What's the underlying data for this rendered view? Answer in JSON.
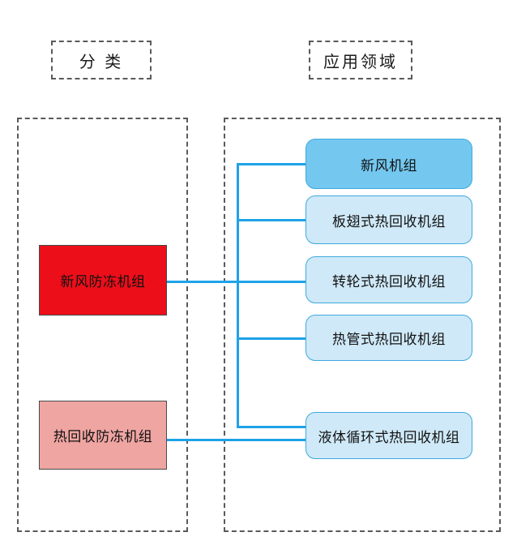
{
  "diagram": {
    "headers": {
      "classification": "分 类",
      "application": "应用领域"
    },
    "classification_nodes": [
      {
        "id": "fresh-air-antifreeze",
        "label": "新风防冻机组",
        "color": "#EC0E19"
      },
      {
        "id": "heat-recovery-antifreeze",
        "label": "热回收防冻机组",
        "color": "#EFA5A2"
      }
    ],
    "application_nodes": [
      {
        "id": "fresh-air-unit",
        "label": "新风机组",
        "color": "#74C8F0"
      },
      {
        "id": "plate-fin",
        "label": "板翅式热回收机组",
        "color": "#CFE9F8"
      },
      {
        "id": "rotary-wheel",
        "label": "转轮式热回收机组",
        "color": "#CFE9F8"
      },
      {
        "id": "heat-pipe",
        "label": "热管式热回收机组",
        "color": "#CFE9F8"
      },
      {
        "id": "liquid-circulation",
        "label": "液体循环式热回收机组",
        "color": "#CFE9F8"
      }
    ],
    "connector_color": "#1EA2E8",
    "border_color": "#5A5A5A"
  }
}
